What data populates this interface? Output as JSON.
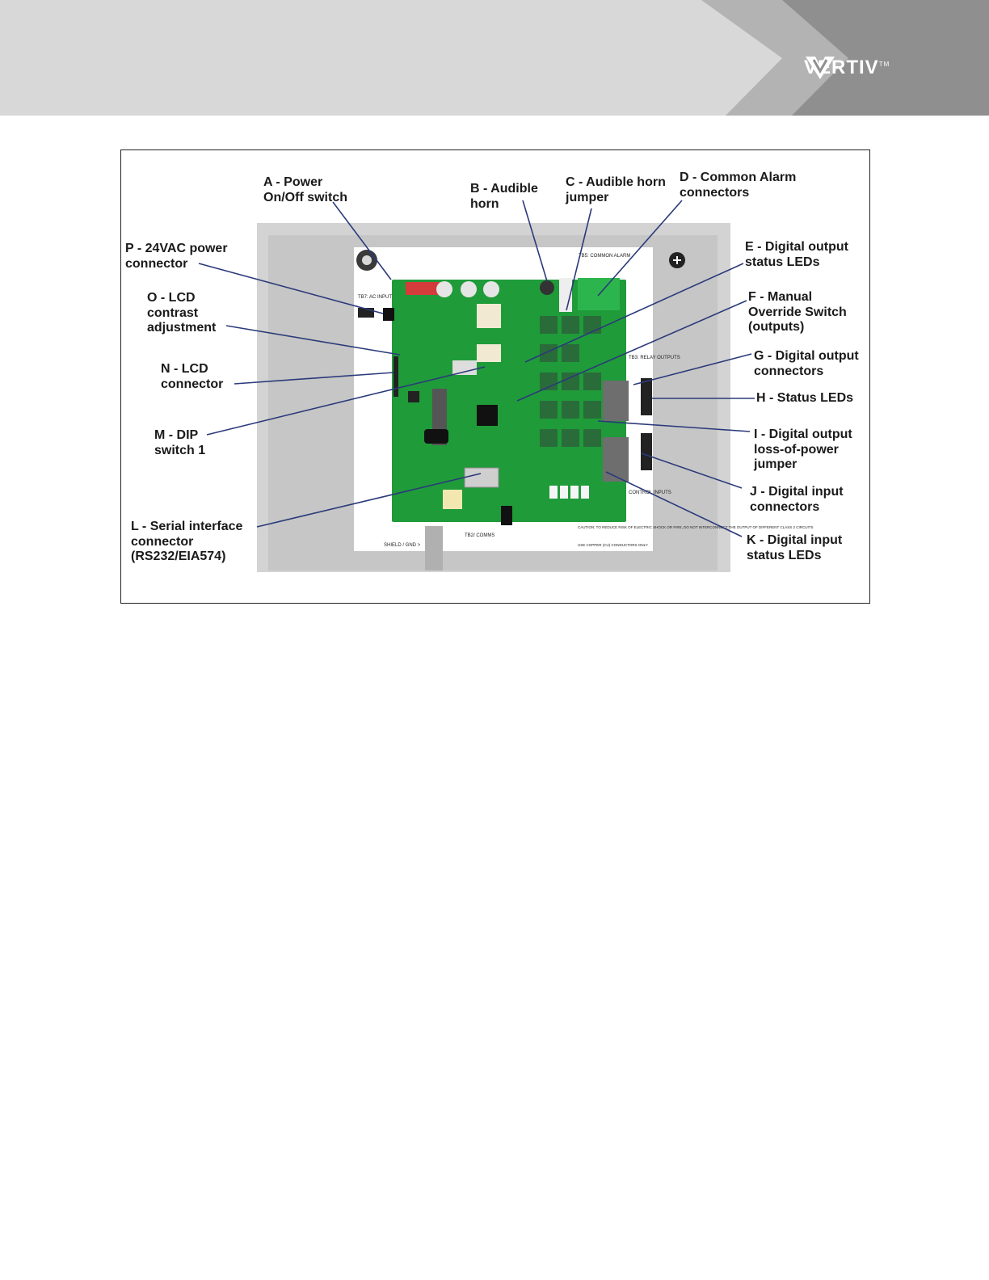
{
  "brand": {
    "logo_text": "VERTIV",
    "trademark": "TM"
  },
  "callouts": {
    "a": "A - Power\nOn/Off switch",
    "b": "B - Audible\nhorn",
    "c": "C - Audible horn\njumper",
    "d": "D - Common Alarm\nconnectors",
    "e": "E - Digital output\nstatus LEDs",
    "f": "F - Manual\nOverride Switch\n(outputs)",
    "g": "G - Digital output\nconnectors",
    "h": "H - Status LEDs",
    "i": "I - Digital output\nloss-of-power\njumper",
    "j": "J - Digital input\nconnectors",
    "k": "K - Digital input\nstatus LEDs",
    "l": "L - Serial interface\nconnector\n(RS232/EIA574)",
    "m": "M - DIP\nswitch 1",
    "n": "N - LCD\nconnector",
    "o": "O - LCD\ncontrast\nadjustment",
    "p": "P - 24VAC power\nconnector"
  },
  "board_labels": {
    "ac_input": "TB7:\nAC INPUT",
    "common_alarm": "TB5: COMMON ALARM",
    "relay_outputs": "TB3:\nRELAY\nOUTPUTS",
    "control_inputs": "CONTROL\nINPUTS",
    "comms": "TB2/ COMMS",
    "shield": "SHIELD / GND >",
    "caution": "CAUTION: TO REDUCE RISK OF ELECTRIC SHOCK OR FIRE, DO NOT INTERCONNECT THE OUTPUT OF DIFFERENT CLASS 2 CIRCUITS",
    "copper": "USE COPPER (CU) CONDUCTORS ONLY"
  },
  "colors": {
    "header_bg": "#d8d8d8",
    "header_dark": "#8f8f8f",
    "header_mid": "#b3b3b3",
    "pcb_green": "#1f9b3a",
    "leader_line": "#2b3a7a"
  }
}
